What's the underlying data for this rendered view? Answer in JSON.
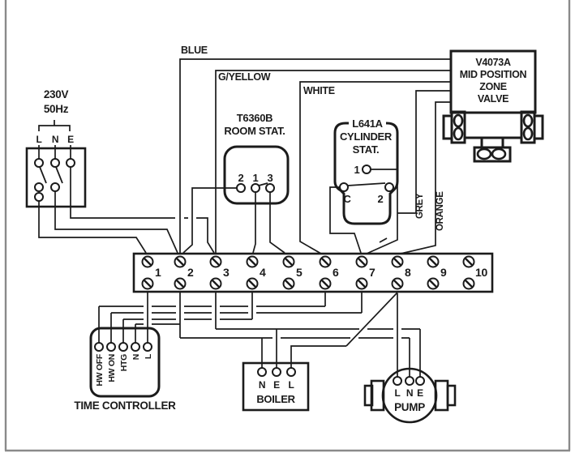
{
  "supply": {
    "voltage": "230V",
    "frequency": "50Hz",
    "l": "L",
    "n": "N",
    "e": "E"
  },
  "wires": {
    "blue": "BLUE",
    "gyellow": "G/YELLOW",
    "white": "WHITE",
    "grey": "GREY",
    "orange": "ORANGE"
  },
  "room_stat": {
    "model": "T6360B",
    "name": "ROOM STAT.",
    "t2": "2",
    "t1": "1",
    "t3": "3"
  },
  "cyl_stat": {
    "model": "L641A",
    "line1": "CYLINDER",
    "line2": "STAT.",
    "t1": "1",
    "tc": "C",
    "t2": "2"
  },
  "valve": {
    "line1": "V4073A",
    "line2": "MID POSITION",
    "line3": "ZONE",
    "line4": "VALVE"
  },
  "strip": {
    "numbers": [
      "1",
      "2",
      "3",
      "4",
      "5",
      "6",
      "7",
      "8",
      "9",
      "10"
    ]
  },
  "time_controller": {
    "label": "TIME CONTROLLER",
    "terminals": [
      "HW OFF",
      "HW ON",
      "HTG",
      "N",
      "L"
    ]
  },
  "boiler": {
    "label": "BOILER",
    "n": "N",
    "e": "E",
    "l": "L"
  },
  "pump": {
    "label": "PUMP",
    "l": "L",
    "n": "N",
    "e": "E"
  }
}
